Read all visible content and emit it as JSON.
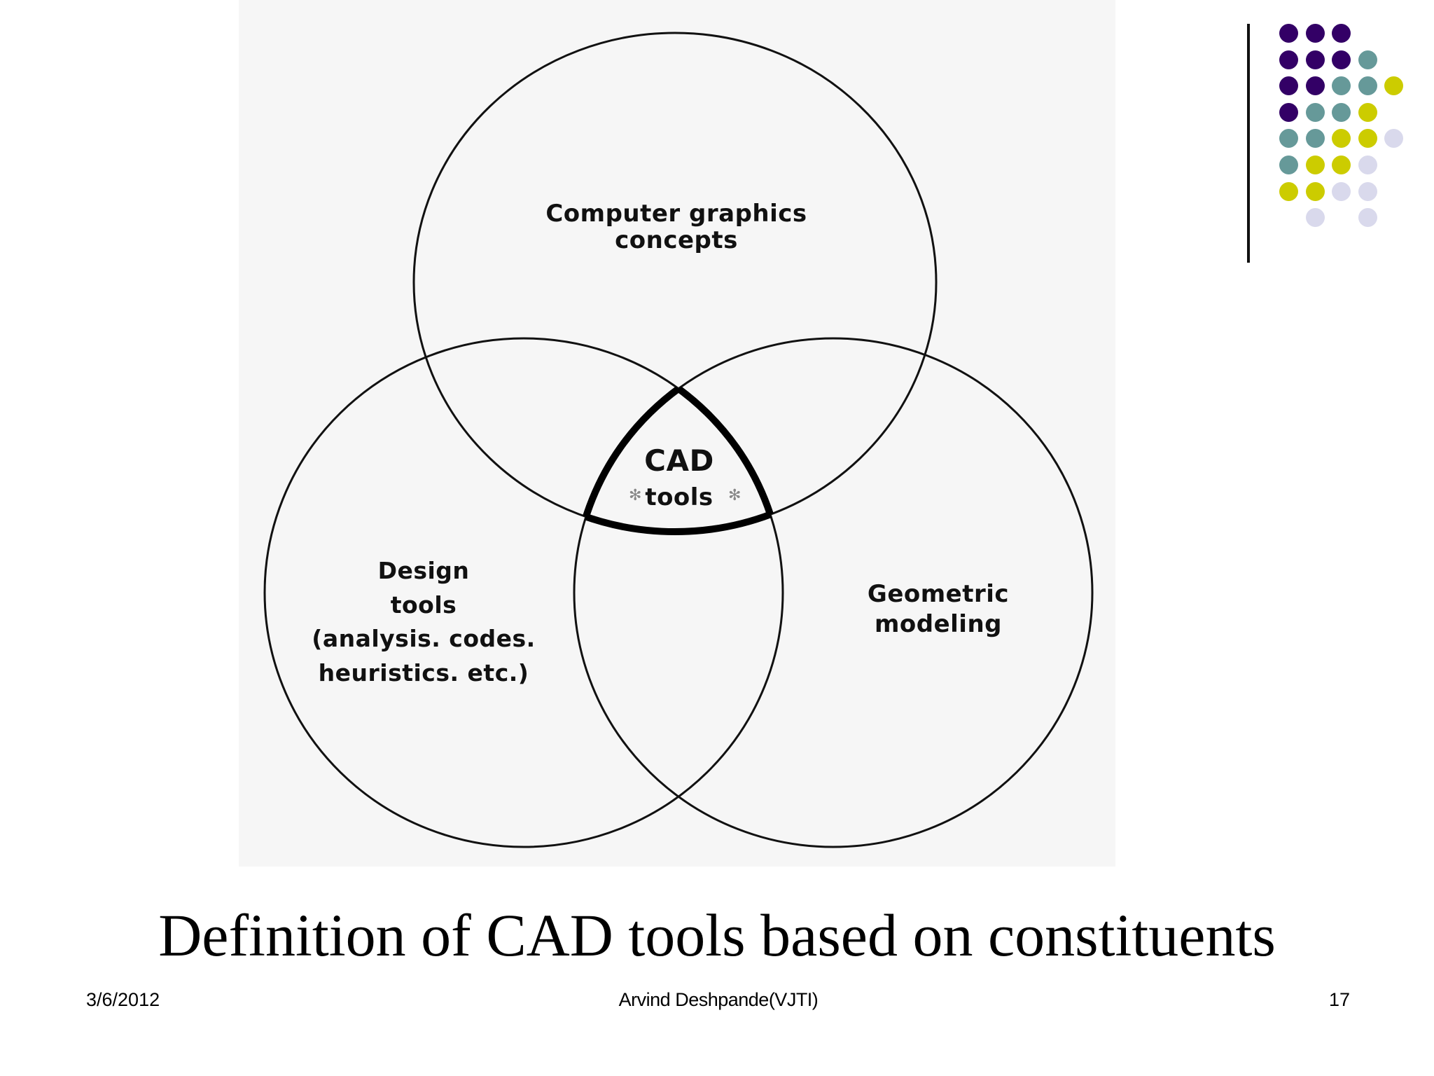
{
  "slide": {
    "caption": "Definition of CAD tools based on constituents",
    "footer": {
      "date": "3/6/2012",
      "author": "Arvind Deshpande(VJTI)",
      "page_number": "17"
    }
  },
  "diagram": {
    "type": "venn",
    "sets": [
      {
        "id": "computer-graphics",
        "lines": [
          "Computer graphics",
          "concepts"
        ]
      },
      {
        "id": "design-tools",
        "lines": [
          "Design",
          "tools",
          "(analysis. codes.",
          "heuristics. etc.)"
        ]
      },
      {
        "id": "geometric-modeling",
        "lines": [
          "Geometric",
          "modeling"
        ]
      }
    ],
    "intersection": {
      "lines": [
        "CAD",
        "tools"
      ],
      "highlighted": true
    }
  },
  "decoration": {
    "line_color": "#111111",
    "colors": {
      "purple": "#330066",
      "teal": "#669999",
      "yellow": "#cccc00",
      "lavender": "#d9d9ec"
    },
    "dot_grid": [
      [
        "purple",
        "purple",
        "purple",
        null,
        null
      ],
      [
        "purple",
        "purple",
        "purple",
        "teal",
        null
      ],
      [
        "purple",
        "purple",
        "teal",
        "teal",
        "yellow"
      ],
      [
        "purple",
        "teal",
        "teal",
        "yellow",
        null
      ],
      [
        "teal",
        "teal",
        "yellow",
        "yellow",
        "lavender"
      ],
      [
        "teal",
        "yellow",
        "yellow",
        "lavender",
        null
      ],
      [
        "yellow",
        "yellow",
        "lavender",
        "lavender",
        null
      ],
      [
        null,
        "lavender",
        null,
        "lavender",
        null
      ]
    ]
  }
}
